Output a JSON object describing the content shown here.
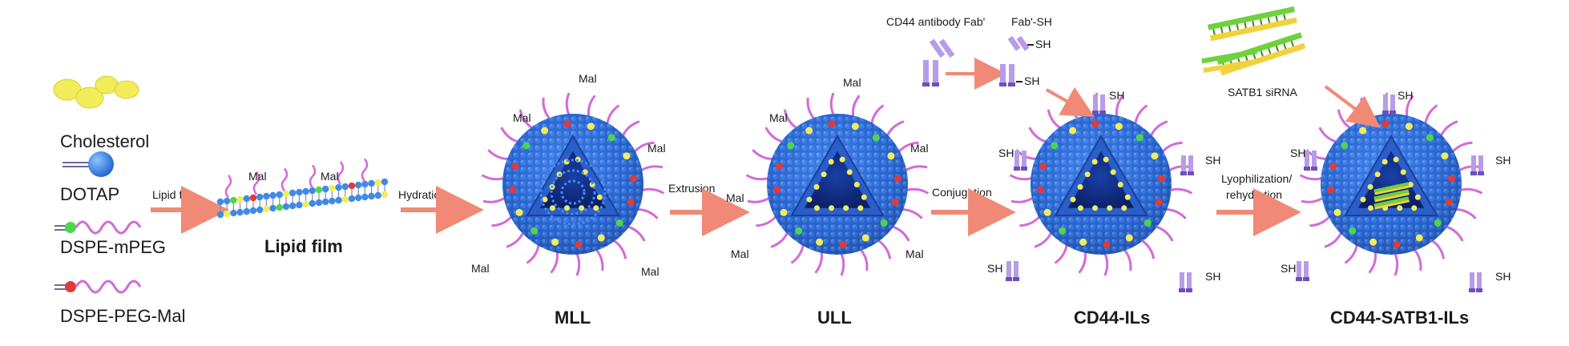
{
  "legend": {
    "cholesterol": "Cholesterol",
    "dotap": "DOTAP",
    "dspe_mpeg": "DSPE-mPEG",
    "dspe_peg_mal": "DSPE-PEG-Mal"
  },
  "steps": {
    "lipid_film": "Lipid film",
    "hydration": "Hydration",
    "extrusion": "Extrusion",
    "conjugation": "Conjugation",
    "lyophilization_line1": "Lyophilization/",
    "lyophilization_line2": "rehydration"
  },
  "labels": {
    "lipid_film_title": "Lipid film",
    "mal": "Mal",
    "sh": "SH",
    "antibody": "CD44 antibody Fab'",
    "fab_sh": "Fab'-SH",
    "sirna": "SATB1 siRNA"
  },
  "particles": {
    "mll": "MLL",
    "ull": "ULL",
    "cd44_ils": "CD44-ILs",
    "cd44_satb1_ils": "CD44-SATB1-ILs"
  },
  "colors": {
    "sphere_blue": "#2f6fd6",
    "peg_pink": "#d46ad8",
    "arrow": "#f08a76",
    "fab_purple": "#b79ce8",
    "cholesterol_yellow": "#f2ec5a",
    "sirna_green": "#6ed23c"
  }
}
